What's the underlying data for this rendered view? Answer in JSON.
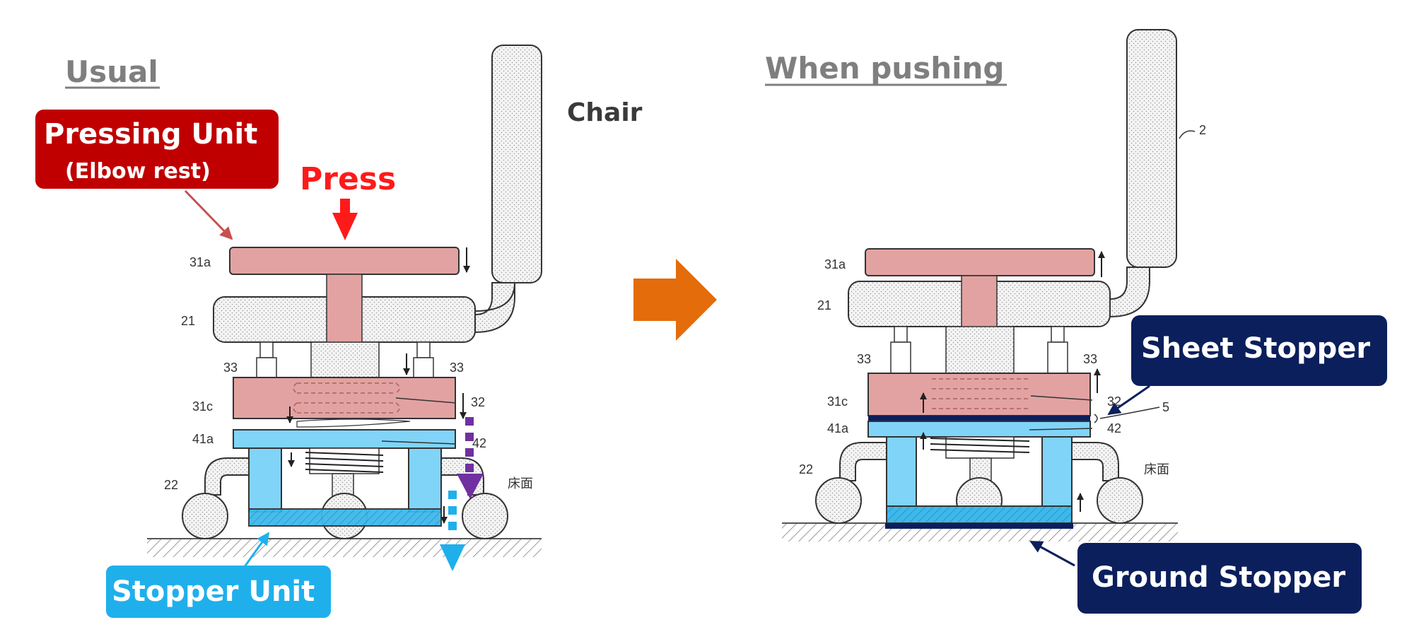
{
  "left": {
    "title": "Usual",
    "pressing_unit": {
      "line1": "Pressing Unit",
      "line2": "(Elbow rest)"
    },
    "press_label": "Press",
    "chair_label": "Chair",
    "stopper_unit": "Stopper Unit",
    "parts": {
      "p31a": "31a",
      "p21": "21",
      "p33l": "33",
      "p33r": "33",
      "p31c": "31c",
      "p32": "32",
      "p41a": "41a",
      "p42": "42",
      "p22": "22",
      "floor": "床面"
    }
  },
  "right": {
    "title": "When pushing",
    "sheet_stopper": "Sheet Stopper",
    "ground_stopper": "Ground Stopper",
    "parts": {
      "p2": "2",
      "p31a": "31a",
      "p21": "21",
      "p33l": "33",
      "p33r": "33",
      "p31c": "31c",
      "p32": "32",
      "p5": "5",
      "p41a": "41a",
      "p42": "42",
      "p22": "22",
      "floor": "床面"
    }
  },
  "colors": {
    "pressing_box": "#c00000",
    "stopper_box": "#1fb0ec",
    "navy_box": "#0b1f5c",
    "press_red": "#ff1a1a",
    "arrow_orange": "#e46c0a",
    "pink_part": "#e2a2a2",
    "blue_part": "#80d4f8",
    "title_gray": "#7f7f7f",
    "purple_arrow": "#7030a0"
  }
}
